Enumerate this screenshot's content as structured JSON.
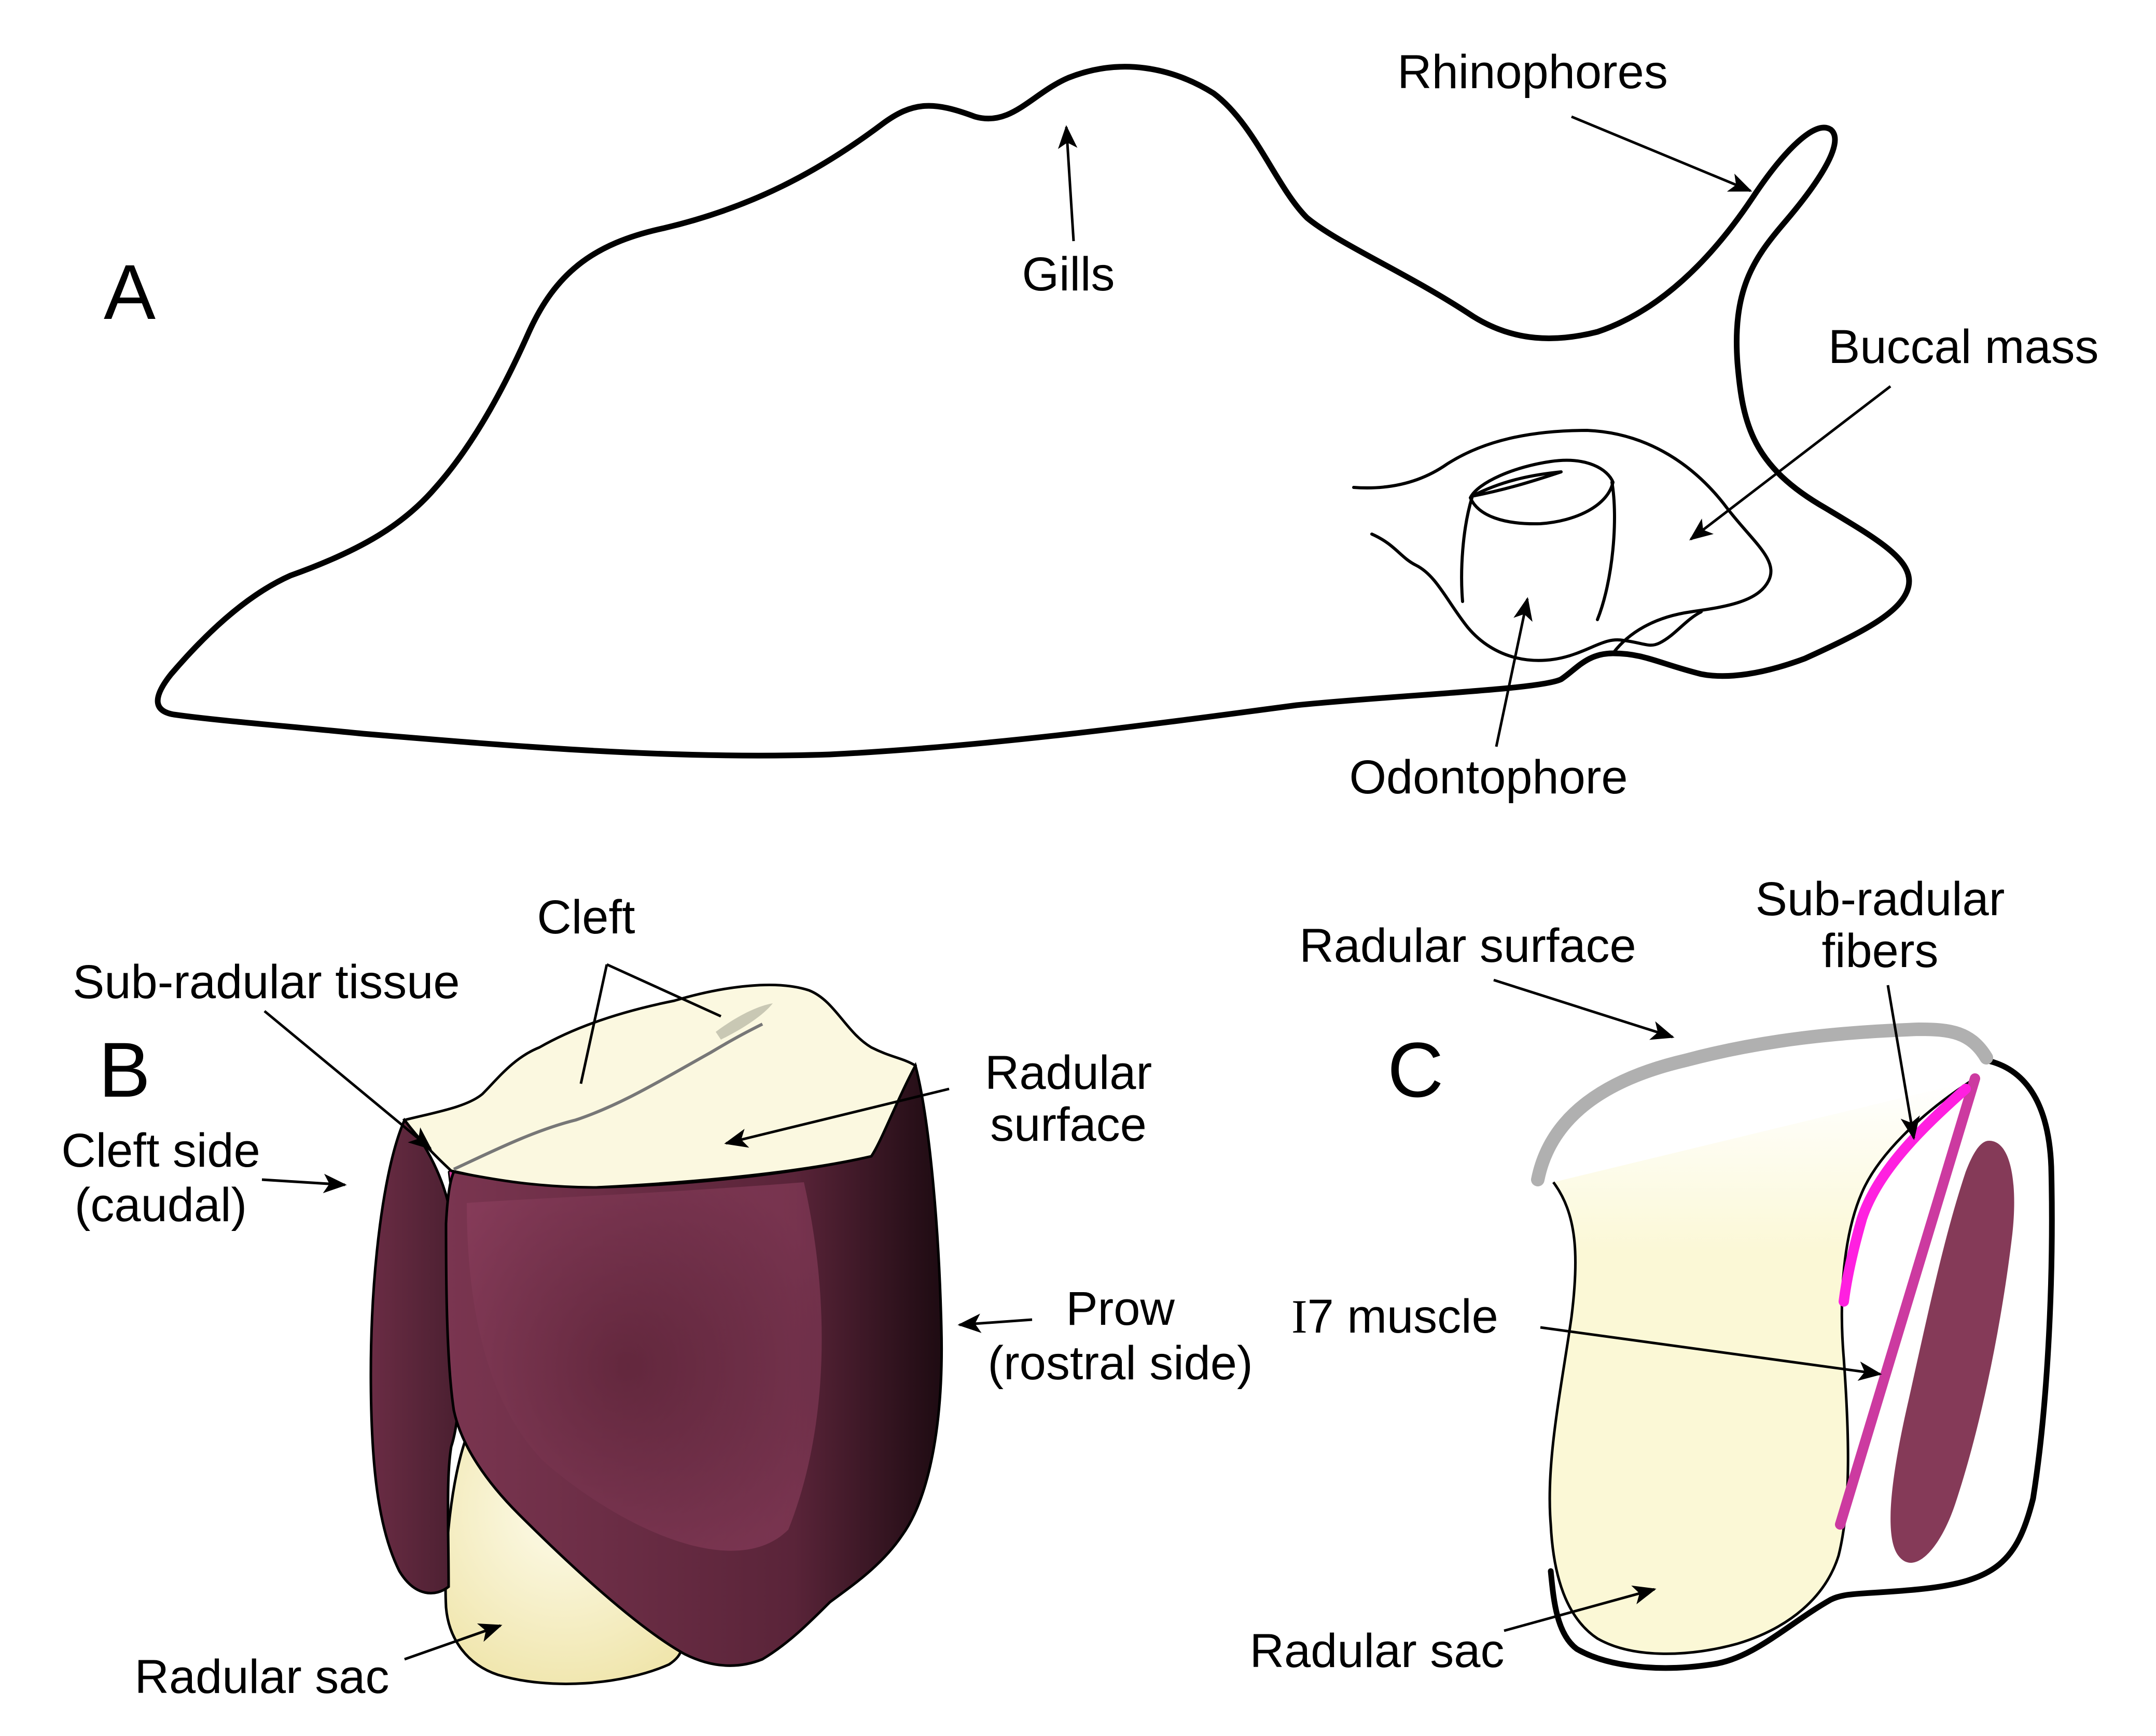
{
  "panels": {
    "a": {
      "letter": "A",
      "labels": {
        "gills": "Gills",
        "rhinophores": "Rhinophores",
        "buccal_mass": "Buccal mass",
        "odontophore": "Odontophore"
      }
    },
    "b": {
      "letter": "B",
      "labels": {
        "cleft": "Cleft",
        "sub_radular_tissue": "Sub-radular tissue",
        "radular_surface_line1": "Radular",
        "radular_surface_line2": "surface",
        "cleft_side_line1": "Cleft side",
        "cleft_side_line2": "(caudal)",
        "prow_line1": "Prow",
        "prow_line2": "(rostral side)",
        "radular_sac": "Radular sac"
      }
    },
    "c": {
      "letter": "C",
      "labels": {
        "radular_surface": "Radular surface",
        "sub_radular_fibers_line1": "Sub-radular",
        "sub_radular_fibers_line2": "fibers",
        "i7_muscle_prefix": "I",
        "i7_muscle_rest": "7 muscle",
        "radular_sac": "Radular sac"
      }
    }
  },
  "colors": {
    "cartilage_maroon": "#7a3550",
    "cartilage_maroon_dark": "#4a1f30",
    "radular_cream": "#fbf8e0",
    "radular_sac_yellow": "#f6efbe",
    "sub_radular_magenta": "#d9349b",
    "fiber_pink": "#ff20e0",
    "radular_surface_gray": "#b0b0b0"
  }
}
